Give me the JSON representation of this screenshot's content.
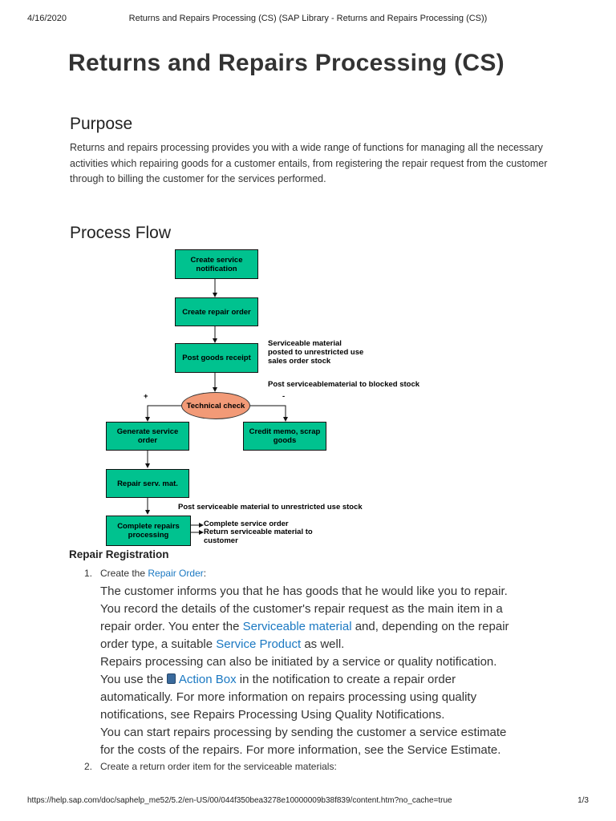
{
  "page_header": {
    "date": "4/16/2020",
    "title": "Returns and Repairs Processing (CS) (SAP Library - Returns and Repairs Processing (CS))"
  },
  "page_footer": {
    "url": "https://help.sap.com/doc/saphelp_me52/5.2/en-US/00/044f350bea3278e10000009b38f839/content.htm?no_cache=true",
    "page": "1/3"
  },
  "title": "Returns and Repairs Processing (CS)",
  "purpose": {
    "heading": "Purpose",
    "text": "Returns and repairs processing provides you with a wide range of functions for managing all the necessary activities which repairing goods for a customer entails, from registering the repair request from the customer through to billing the customer for the services performed."
  },
  "process_flow": {
    "heading": "Process Flow",
    "diagram": {
      "boxes": {
        "create_notification": "Create service notification",
        "create_repair_order": "Create repair order",
        "post_goods_receipt": "Post goods receipt",
        "technical_check": "Technical check",
        "generate_service_order": "Generate service order",
        "credit_memo": "Credit memo, scrap goods",
        "repair_material": "Repair serv. mat.",
        "complete_repairs": "Complete repairs processing"
      },
      "notes": {
        "serviceable_unrestricted": "Serviceable material posted to unrestricted use sales order stock",
        "blocked_stock": "Post serviceablematerial to blocked stock",
        "plus": "+",
        "minus": "-",
        "unrestricted_stock": "Post serviceable material  to unrestricted use stock",
        "complete_order": "Complete service order",
        "return_material": "Return serviceable material to customer"
      }
    }
  },
  "repair_registration": {
    "heading": "Repair Registration",
    "step1": {
      "number": "1.",
      "prefix": "Create the ",
      "link": "Repair Order",
      "suffix": ":",
      "p1_l1": "The customer informs you that he has goods that he would like you to repair.",
      "p1_l2": "You record the details of the customer's repair request as the main item in a",
      "p1_l3_a": "repair order. You enter the ",
      "p1_l3_link": "Serviceable material",
      "p1_l3_b": " and, depending on the repair",
      "p1_l4_a": "order type, a suitable ",
      "p1_l4_link": "Service Product",
      "p1_l4_b": " as well.",
      "p2_l1": "Repairs processing can also be initiated by a service or quality notification.",
      "p2_l2_a": "You use the ",
      "p2_l2_link": "Action Box",
      "p2_l2_b": " in the notification to create a repair order",
      "p2_l3": "automatically. For more information on repairs processing using quality",
      "p2_l4": "notifications, see Repairs Processing Using Quality Notifications.",
      "p3_l1": "You can start repairs processing by sending the customer a service estimate",
      "p3_l2": "for the costs of the repairs. For more information, see the Service Estimate."
    },
    "step2": {
      "number": "2.",
      "text": "Create a return order item for the serviceable materials:"
    }
  },
  "colors": {
    "box_fill": "#00c28f",
    "ellipse_fill": "#f29a77",
    "link": "#1a78c2"
  }
}
